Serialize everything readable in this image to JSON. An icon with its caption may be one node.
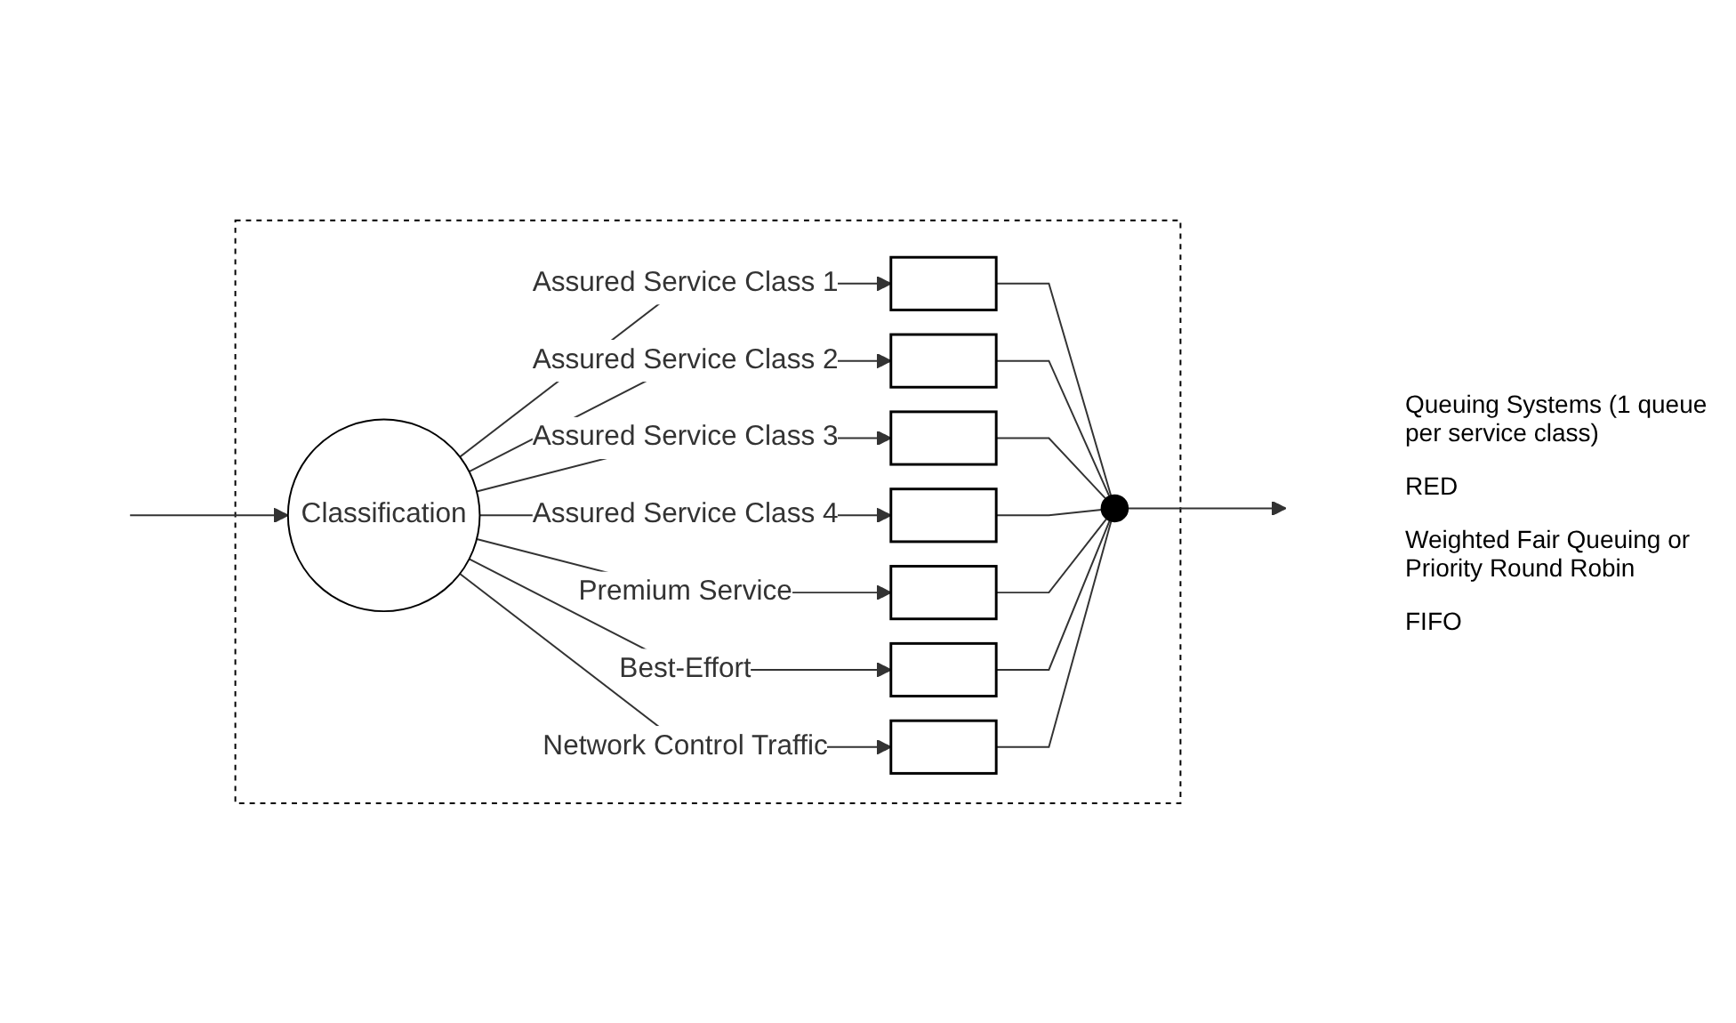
{
  "diagram": {
    "nodes": [
      {
        "text": [],
        "shape": "box"
      },
      {
        "text": [
          "Classification"
        ],
        "in": 0
      },
      {
        "text": [],
        "shape": "box",
        "in": 0
      },
      {
        "text": [],
        "shape": "box",
        "in": 0
      },
      {
        "text": [],
        "shape": "box",
        "in": 0
      },
      {
        "text": [],
        "shape": "box",
        "in": 0
      },
      {
        "text": [],
        "shape": "box",
        "in": 0
      },
      {
        "text": [],
        "shape": "box",
        "in": 0
      },
      {
        "text": [],
        "shape": "box",
        "in": 0
      },
      {
        "text": [],
        "shape": "circle",
        "in": 0
      }
    ],
    "edges": [
      {
        "from": null,
        "to": 1,
        "arrow": "to"
      },
      {
        "from": 1,
        "to": 2,
        "arrow": "to",
        "label": "Assured Service Class 1"
      },
      {
        "from": 1,
        "to": 3,
        "arrow": "to",
        "label": "Assured Service Class 2"
      },
      {
        "from": 1,
        "to": 4,
        "arrow": "to",
        "label": "Assured Service Class 3"
      },
      {
        "from": 1,
        "to": 5,
        "arrow": "to",
        "label": "Assured Service Class 4"
      },
      {
        "from": 1,
        "to": 6,
        "arrow": "to",
        "label": "Premium Service"
      },
      {
        "from": 1,
        "to": 7,
        "arrow": "to",
        "label": "Best-Effort"
      },
      {
        "from": 1,
        "to": 8,
        "arrow": "to",
        "label": "Network Control Traffic"
      },
      {
        "from": 2,
        "to": 9,
        "arrow": "none"
      },
      {
        "from": 3,
        "to": 9,
        "arrow": "none"
      },
      {
        "from": 4,
        "to": 9,
        "arrow": "none"
      },
      {
        "from": 5,
        "to": 9,
        "arrow": "none"
      },
      {
        "from": 6,
        "to": 9,
        "arrow": "none"
      },
      {
        "from": 7,
        "to": 9,
        "arrow": "none"
      },
      {
        "from": 8,
        "to": 9,
        "arrow": "none"
      },
      {
        "from": 9,
        "to": null,
        "arrow": "to"
      }
    ],
    "labels": [
      "Queuing Systems (1 queue per service class)",
      "RED",
      "Weighted Fair Queuing or Priority Round Robin",
      "FIFO"
    ]
  }
}
